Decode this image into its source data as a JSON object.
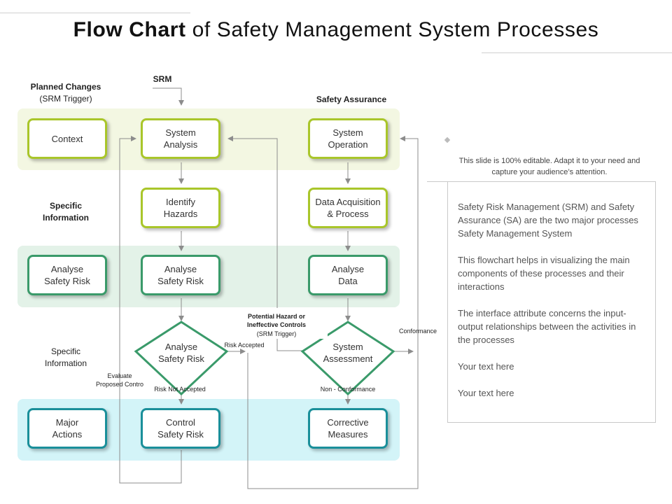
{
  "title": {
    "bold": "Flow Chart",
    "rest": "of Safety Management System Processes"
  },
  "labels": {
    "planned_changes": "Planned Changes",
    "srm_trigger": "(SRM Trigger)",
    "srm": "SRM",
    "safety_assurance": "Safety Assurance",
    "specific_info_1": "Specific\nInformation",
    "specific_info_2": "Specific\nInformation"
  },
  "nodes": {
    "context": "Context",
    "system_analysis": "System\nAnalysis",
    "system_operation": "System\nOperation",
    "identify_hazards": "Identify\nHazards",
    "data_acquisition": "Data Acquisition\n& Process",
    "analyse_safety_risk_left": "Analyse\nSafety Risk",
    "analyse_safety_risk_mid": "Analyse\nSafety Risk",
    "analyse_data": "Analyse\nData",
    "decision_analyse_safety_risk": "Analyse\nSafety Risk",
    "decision_system_assessment": "System\nAssessment",
    "major_actions": "Major\nActions",
    "control_safety_risk": "Control\nSafety Risk",
    "corrective_measures": "Corrective\nMeasures"
  },
  "edge_labels": {
    "risk_accepted": "Risk Accepted",
    "risk_not_accepted": "Risk Not Accepted",
    "evaluate_controls": "Evaluate\nProposed Contro",
    "potential_hazard": "Potential Hazard or\nIneffective Controls",
    "potential_hazard_trigger": "(SRM Trigger)",
    "conformance": "Conformance",
    "non_conformance": "Non - Conformance"
  },
  "side_note": "This slide is 100% editable. Adapt it to your need and capture your audience’s attention.",
  "panel_paragraphs": [
    "Safety Risk Management (SRM) and Safety Assurance (SA) are the two major processes Safety Management System",
    "This flowchart helps in visualizing the main components of these processes and their interactions",
    "The interface attribute concerns the input-output relationships  between the activities in the processes",
    "Your text here",
    "Your text here"
  ],
  "colors": {
    "lime_border": "#a9c62a",
    "green_border": "#3a9a6a",
    "teal_border": "#1a8f9a",
    "band_lime": "#f3f7e2",
    "band_green": "#e3f2e8",
    "band_teal": "#d3f4f8",
    "line": "#8c8c8c"
  }
}
